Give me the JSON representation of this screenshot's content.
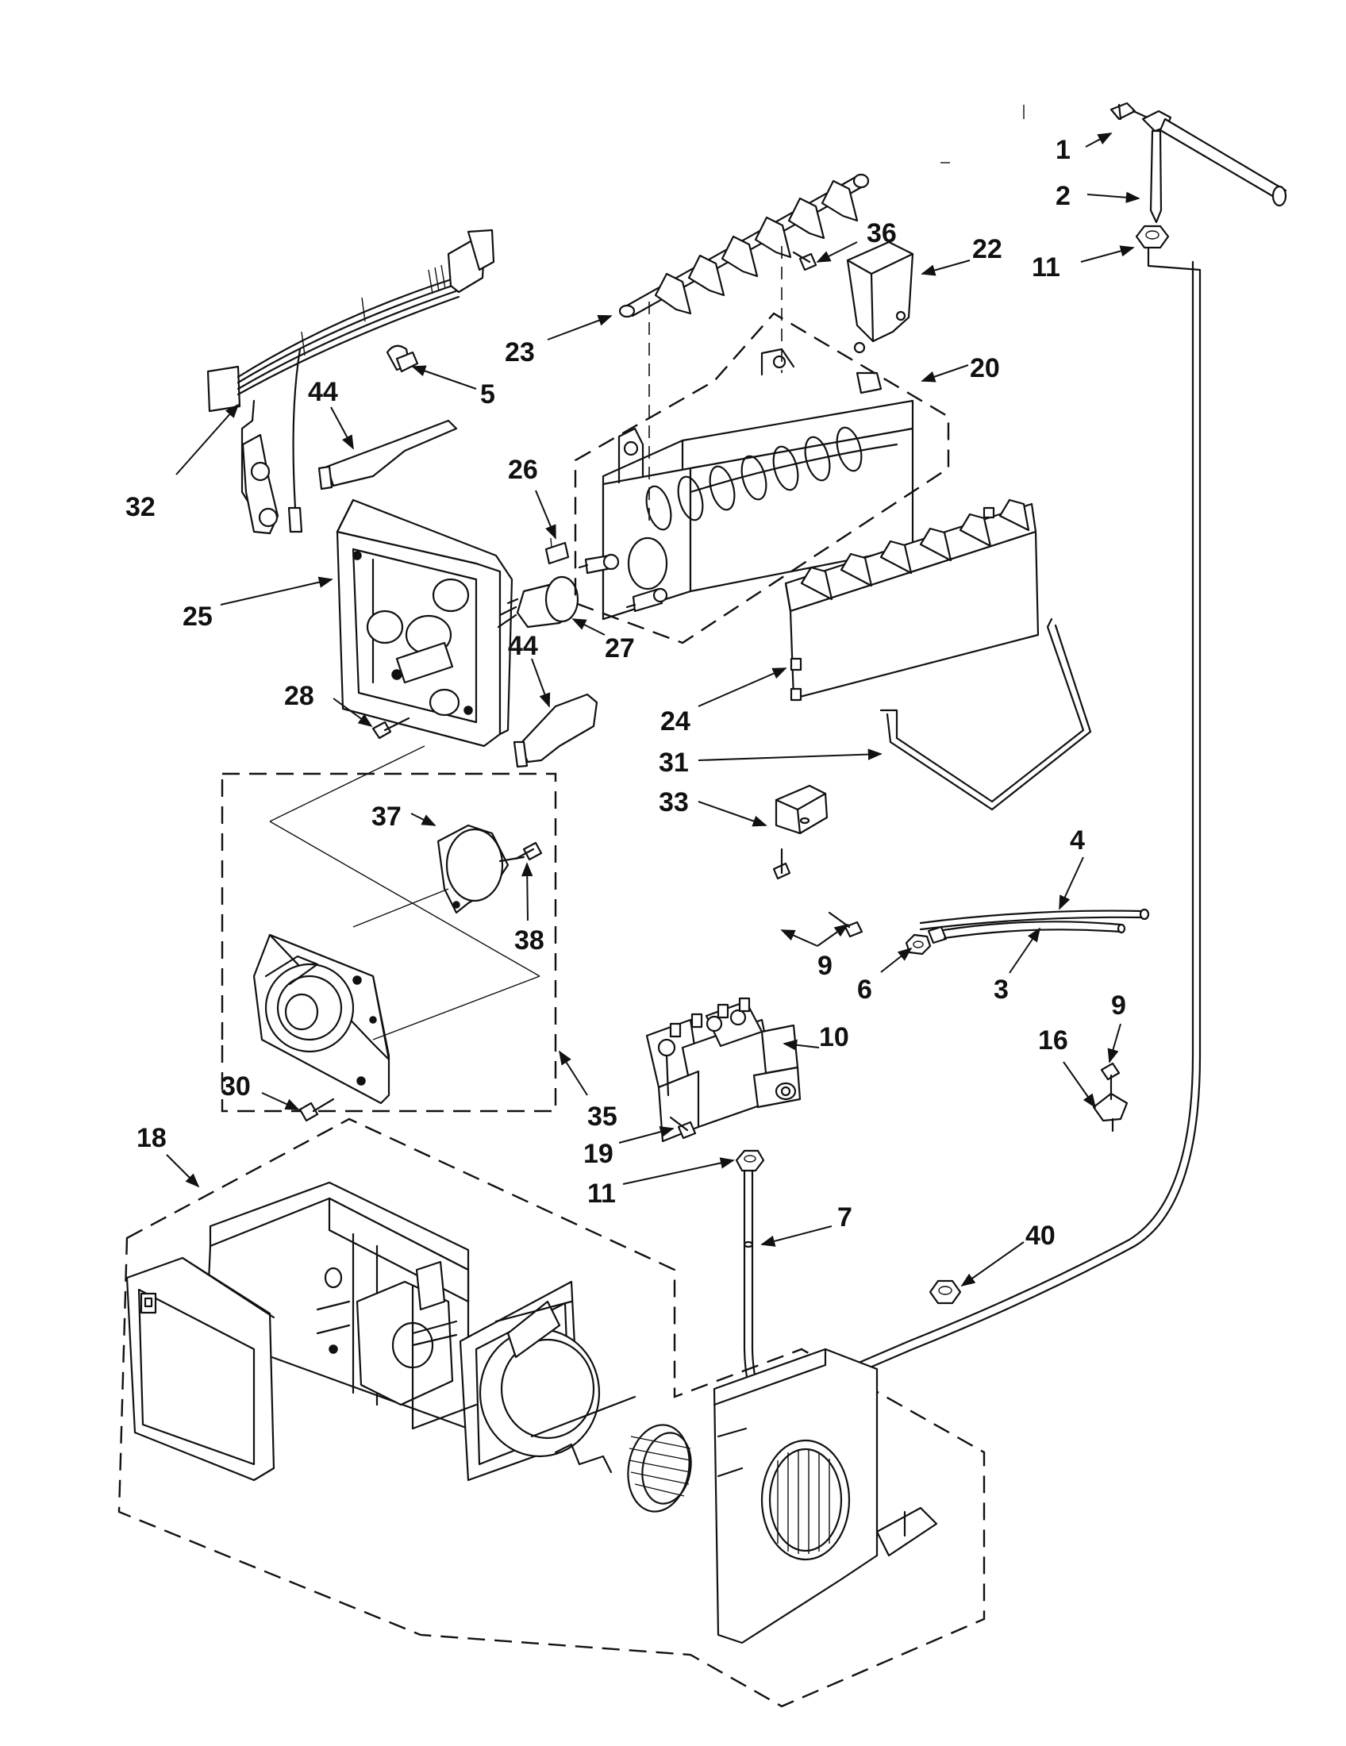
{
  "callouts": [
    {
      "id": "c1",
      "label": "1"
    },
    {
      "id": "c2",
      "label": "2"
    },
    {
      "id": "c11a",
      "label": "11"
    },
    {
      "id": "c36",
      "label": "36"
    },
    {
      "id": "c22",
      "label": "22"
    },
    {
      "id": "c23",
      "label": "23"
    },
    {
      "id": "c20",
      "label": "20"
    },
    {
      "id": "c5",
      "label": "5"
    },
    {
      "id": "c44a",
      "label": "44"
    },
    {
      "id": "c32",
      "label": "32"
    },
    {
      "id": "c26",
      "label": "26"
    },
    {
      "id": "c25",
      "label": "25"
    },
    {
      "id": "c27",
      "label": "27"
    },
    {
      "id": "c44b",
      "label": "44"
    },
    {
      "id": "c28",
      "label": "28"
    },
    {
      "id": "c24",
      "label": "24"
    },
    {
      "id": "c31",
      "label": "31"
    },
    {
      "id": "c33",
      "label": "33"
    },
    {
      "id": "c37",
      "label": "37"
    },
    {
      "id": "c38",
      "label": "38"
    },
    {
      "id": "c4",
      "label": "4"
    },
    {
      "id": "c9a",
      "label": "9"
    },
    {
      "id": "c6",
      "label": "6"
    },
    {
      "id": "c3",
      "label": "3"
    },
    {
      "id": "c10",
      "label": "10"
    },
    {
      "id": "c9b",
      "label": "9"
    },
    {
      "id": "c16",
      "label": "16"
    },
    {
      "id": "c30",
      "label": "30"
    },
    {
      "id": "c35",
      "label": "35"
    },
    {
      "id": "c19",
      "label": "19"
    },
    {
      "id": "c11b",
      "label": "11"
    },
    {
      "id": "c18",
      "label": "18"
    },
    {
      "id": "c7",
      "label": "7"
    },
    {
      "id": "c40",
      "label": "40"
    }
  ]
}
